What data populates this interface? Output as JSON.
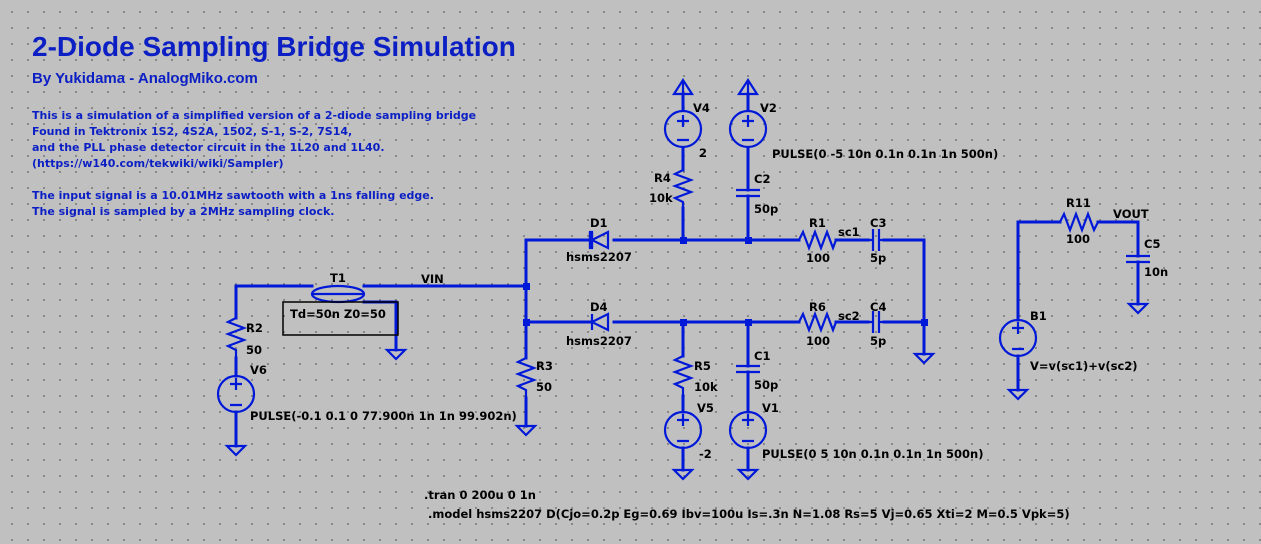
{
  "header": {
    "title": "2-Diode Sampling Bridge Simulation",
    "subtitle": "By Yukidama - AnalogMiko.com"
  },
  "description": {
    "lines": [
      "This is a simulation of a simplified version of a 2-diode sampling bridge",
      "Found in Tektronix 1S2, 4S2A, 1502, S-1, S-2, 7S14,",
      "and the PLL phase detector circuit in the 1L20 and 1L40.",
      "(https://w140.com/tekwiki/wiki/Sampler)",
      "",
      "The input signal is a 10.01MHz sawtooth with a 1ns falling edge.",
      "The signal is sampled by a 2MHz sampling clock."
    ]
  },
  "components": {
    "V4": {
      "name": "V4",
      "value": "2"
    },
    "V2": {
      "name": "V2",
      "value": "PULSE(0 -5 10n 0.1n 0.1n 1n 500n)"
    },
    "R4": {
      "name": "R4",
      "value": "10k"
    },
    "C2": {
      "name": "C2",
      "value": "50p"
    },
    "D1": {
      "name": "D1",
      "value": "hsms2207"
    },
    "R1": {
      "name": "R1",
      "value": "100"
    },
    "C3": {
      "name": "C3",
      "value": "5p"
    },
    "T1": {
      "name": "T1",
      "value": "Td=50n Z0=50"
    },
    "R2": {
      "name": "R2",
      "value": "50"
    },
    "V6": {
      "name": "V6",
      "value": "PULSE(-0.1 0.1 0 77.900n 1n 1n 99.902n)"
    },
    "D4": {
      "name": "D4",
      "value": "hsms2207"
    },
    "R6": {
      "name": "R6",
      "value": "100"
    },
    "C4": {
      "name": "C4",
      "value": "5p"
    },
    "R3": {
      "name": "R3",
      "value": "50"
    },
    "R5": {
      "name": "R5",
      "value": "10k"
    },
    "C1": {
      "name": "C1",
      "value": "50p"
    },
    "V5": {
      "name": "V5",
      "value": "-2"
    },
    "V1": {
      "name": "V1",
      "value": "PULSE(0 5 10n 0.1n 0.1n 1n 500n)"
    },
    "R11": {
      "name": "R11",
      "value": "100"
    },
    "C5": {
      "name": "C5",
      "value": "10n"
    },
    "B1": {
      "name": "B1",
      "value": "V=v(sc1)+v(sc2)"
    }
  },
  "nets": {
    "vin": "VIN",
    "sc1": "sc1",
    "sc2": "sc2",
    "vout": "VOUT"
  },
  "directives": {
    "tran": ".tran 0 200u 0 1n",
    "model": ".model hsms2207 D(Cjo=0.2p Eg=0.69 Ibv=100u Is=.3n N=1.08 Rs=5  Vj=0.65 Xti=2 M=0.5 Vpk=5)"
  }
}
